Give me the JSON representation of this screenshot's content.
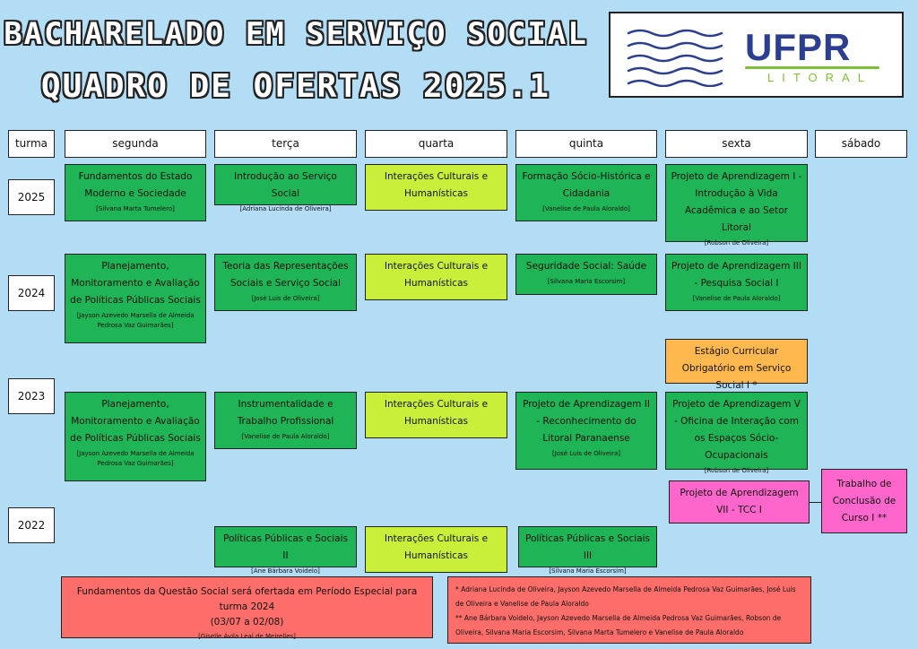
{
  "title": {
    "line1": "BACHARELADO EM SERVIÇO SOCIAL",
    "line2": "QUADRO DE OFERTAS 2025.1"
  },
  "logo": {
    "name": "UFPR",
    "sub": "LITORAL",
    "icon": "waves-icon"
  },
  "headers": {
    "turma": "turma",
    "segunda": "segunda",
    "terca": "terça",
    "quarta": "quarta",
    "quinta": "quinta",
    "sexta": "sexta",
    "sabado": "sábado"
  },
  "turmas": [
    "2025",
    "2024",
    "2023",
    "2022"
  ],
  "cells": {
    "r2025_seg": {
      "title": "Fundamentos do Estado Moderno e Sociedade",
      "prof": "[Silvana Marta Tumelero]"
    },
    "r2025_ter": {
      "title": "Introdução ao Serviço Social",
      "prof": "[Adriana Lucinda de Oliveira]"
    },
    "r2025_qua": {
      "title": "Interações Culturais e Humanísticas",
      "prof": ""
    },
    "r2025_qui": {
      "title": "Formação Sócio-Histórica e Cidadania",
      "prof": "[Vanelise de Paula Aloraldo]"
    },
    "r2025_sex": {
      "title": "Projeto de Aprendizagem I - Introdução à Vida Acadêmica e ao Setor Litoral",
      "prof": "[Robson de Oliveira]"
    },
    "r2024_seg": {
      "title": "Planejamento, Monitoramento e Avaliação de Políticas Públicas Sociais",
      "prof": "[Jayson Azevedo Marsella de Almeida Pedrosa Vaz Guimarães]"
    },
    "r2024_ter": {
      "title": "Teoria das Representações Sociais e Serviço Social",
      "prof": "[José Luis de Oliveira]"
    },
    "r2024_qua": {
      "title": "Interações Culturais e Humanísticas",
      "prof": ""
    },
    "r2024_qui": {
      "title": "Seguridade Social: Saúde",
      "prof": "[Silvana Maria Escorsim]"
    },
    "r2024_sex": {
      "title": "Projeto de Aprendizagem III - Pesquisa Social I",
      "prof": "[Vanelise de Paula Aloraldo]"
    },
    "r2023_estagio": {
      "title": "Estágio Curricular Obrigatório em Serviço Social I *",
      "prof": ""
    },
    "r2023_seg": {
      "title": "Planejamento, Monitoramento e Avaliação de Políticas Públicas Sociais",
      "prof": "[Jayson Azevedo Marsella de Almeida Pedrosa Vaz Guimarães]"
    },
    "r2023_ter": {
      "title": "Instrumentalidade e Trabalho Profissional",
      "prof": "[Vanelise de Paula Aloraldo]"
    },
    "r2023_qua": {
      "title": "Interações Culturais e Humanísticas",
      "prof": ""
    },
    "r2023_qui": {
      "title": "Projeto de Aprendizagem II - Reconhecimento do Litoral Paranaense",
      "prof": "[José Luis de Oliveira]"
    },
    "r2023_sex": {
      "title": "Projeto de Aprendizagem V - Oficina de Interação com os Espaços Sócio-Ocupacionais",
      "prof": "[Robson de Oliveira]"
    },
    "r2022_pa7": {
      "title": "Projeto de Aprendizagem VII - TCC I",
      "prof": ""
    },
    "r2022_tcc": {
      "title": "Trabalho de Conclusão de Curso I **",
      "prof": ""
    },
    "r2022_ter": {
      "title": "Políticas Públicas e Sociais II",
      "prof": "[Ane Bárbara Voidelo]"
    },
    "r2022_qua": {
      "title": "Interações Culturais e Humanísticas",
      "prof": ""
    },
    "r2022_qui": {
      "title": "Políticas Públicas e Sociais III",
      "prof": "[Silvana Maria Escorsim]"
    }
  },
  "notice": {
    "line1": "Fundamentos da Questão Social será ofertada em Período Especial para turma 2024",
    "line2": "(03/07 a 02/08)",
    "line3": "[Giselle Ávila Leal de Meirelles]"
  },
  "footnotes": {
    "f1": "* Adriana Lucinda de Oliveira, Jayson Azevedo Marsella de Almeida Pedrosa Vaz Guimarães, José Luis de Oliveira e Vanelise de Paula Aloraldo",
    "f2": "** Ane Bárbara Voidelo, Jayson Azevedo Marsella de Almeida Pedrosa Vaz Guimarães, Robson de Oliveira, Silvana Maria Escorsim, Silvana Marta Tumelero e Vanelise de Paula Aloraldo"
  },
  "colors": {
    "background": "#b3dcf5",
    "green": "#1fb455",
    "lime": "#c9ef3b",
    "orange": "#ffb84d",
    "pink": "#ff66cc",
    "red": "#fd6e6a",
    "brand": "#2c3e8f",
    "brand_accent": "#7fbf3a"
  }
}
